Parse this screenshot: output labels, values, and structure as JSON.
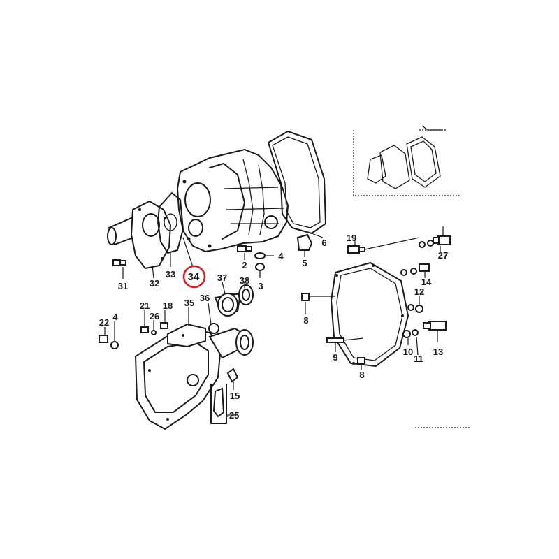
{
  "diagram": {
    "highlight_color": "#d42020",
    "line_color": "#1a1a1a",
    "background": "#ffffff",
    "highlighted_part": "34",
    "callouts": {
      "c1": "19",
      "c2": "27",
      "c3": "6",
      "c4": "5",
      "c5": "4",
      "c6": "2",
      "c7": "3",
      "c8": "31",
      "c9": "32",
      "c10": "33",
      "c11": "34",
      "c12": "37",
      "c13": "38",
      "c14": "36",
      "c15": "35",
      "c16": "21",
      "c17": "26",
      "c18": "18",
      "c19": "22",
      "c20": "4",
      "c21": "15",
      "c22": "25",
      "c23": "8",
      "c24": "8",
      "c25": "9",
      "c26": "14",
      "c27": "12",
      "c28": "13",
      "c29": "10",
      "c30": "11"
    }
  }
}
